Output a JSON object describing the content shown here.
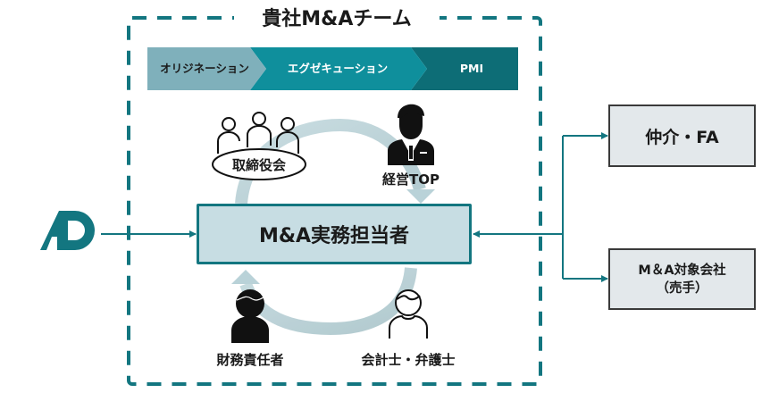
{
  "team": {
    "title": "貴社M&Aチーム",
    "phases": [
      {
        "label": "オリジネーション",
        "color": "#7fb0bb",
        "text_color": "#1a1a1a"
      },
      {
        "label": "エグゼキューション",
        "color": "#0f8f9c",
        "text_color": "#ffffff"
      },
      {
        "label": "PMI",
        "color": "#0d6d76",
        "text_color": "#ffffff"
      }
    ]
  },
  "roles": {
    "board": "取締役会",
    "top_management": "経営TOP",
    "finance_head": "財務責任者",
    "advisors": "会計士・弁護士"
  },
  "main_box": {
    "label": "M&A実務担当者"
  },
  "external": {
    "intermediary": "仲介・FA",
    "target_line1": "M＆A対象会社",
    "target_line2": "（売手）"
  },
  "colors": {
    "accent": "#137680",
    "cycle_arrow": "#b9d2d8",
    "main_fill": "#c7dde3",
    "side_fill": "#e3e8eb"
  }
}
